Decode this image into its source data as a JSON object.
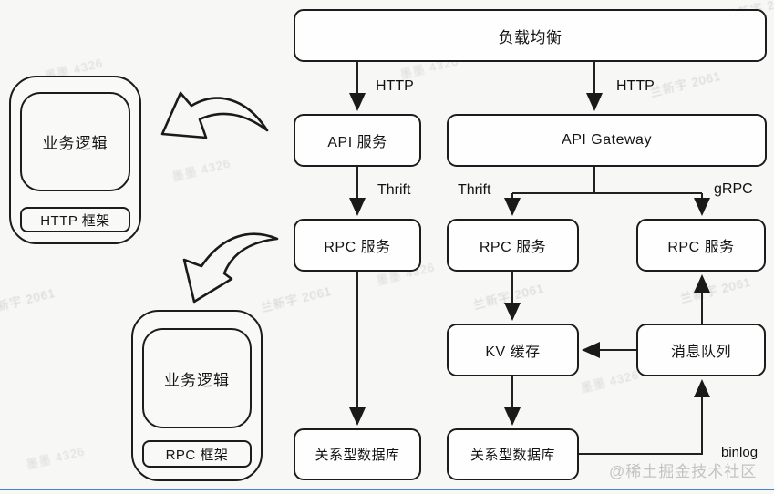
{
  "nodes": {
    "load_balancer": {
      "label": "负载均衡"
    },
    "api_service": {
      "label": "API 服务"
    },
    "api_gateway": {
      "label": "API Gateway"
    },
    "rpc_left": {
      "label": "RPC 服务"
    },
    "rpc_mid": {
      "label": "RPC 服务"
    },
    "rpc_right": {
      "label": "RPC 服务"
    },
    "kv_cache": {
      "label": "KV 缓存"
    },
    "msg_queue": {
      "label": "消息队列"
    },
    "db_left": {
      "label": "关系型数据库"
    },
    "db_mid": {
      "label": "关系型数据库"
    }
  },
  "left_groups": {
    "top": {
      "logic": "业务逻辑",
      "framework": "HTTP 框架"
    },
    "bottom": {
      "logic": "业务逻辑",
      "framework": "RPC 框架"
    }
  },
  "edge_labels": {
    "http_left": "HTTP",
    "http_right": "HTTP",
    "thrift_left": "Thrift",
    "thrift_mid": "Thrift",
    "grpc": "gRPC",
    "binlog": "binlog"
  },
  "watermarks": {
    "user_a": "兰新宇 2061",
    "user_b": "墨墨 4326",
    "community": "@稀土掘金技术社区"
  },
  "colors": {
    "stroke": "#1c1c1c",
    "box_fill": "#fefefe",
    "background": "#f7f7f5",
    "bottom_bar": "#4a80d9",
    "watermark": "#9b9b9b"
  }
}
